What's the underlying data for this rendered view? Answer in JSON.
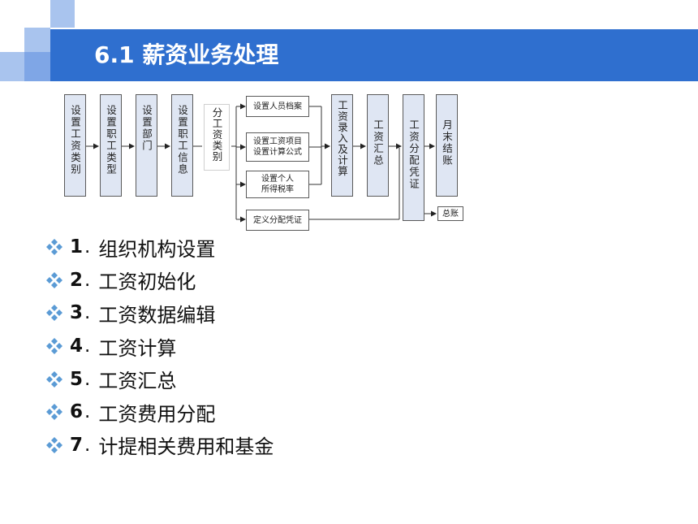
{
  "header": {
    "title": "6.1 薪资业务处理",
    "colors": {
      "bar": "#2f6fcf",
      "deco_light": "#a9c4ee",
      "deco_mid": "#7fa6e6"
    }
  },
  "flowchart": {
    "steps": [
      "设置工资类别",
      "设置职工类型",
      "设置部门",
      "设置职工信息"
    ],
    "branch_label": "分工资类别",
    "parallel_tasks": [
      [
        "设置人员档案"
      ],
      [
        "设置工资项目",
        "设置计算公式"
      ],
      [
        "设置个人",
        "所得税率"
      ]
    ],
    "voucher_setup": "定义分配凭证",
    "post_steps": [
      "工资录入及计算",
      "工资汇总",
      "工资分配凭证",
      "月末结账"
    ],
    "ledger": "总账"
  },
  "topics": [
    {
      "num": "1",
      "text": "组织机构设置"
    },
    {
      "num": "2",
      "text": "工资初始化"
    },
    {
      "num": "3",
      "text": "工资数据编辑"
    },
    {
      "num": "4",
      "text": "工资计算"
    },
    {
      "num": "5",
      "text": "工资汇总"
    },
    {
      "num": "6",
      "text": "工资费用分配"
    },
    {
      "num": "7",
      "text": "计提相关费用和基金"
    }
  ],
  "bullet_icon": "four-diamond-bullet-icon"
}
